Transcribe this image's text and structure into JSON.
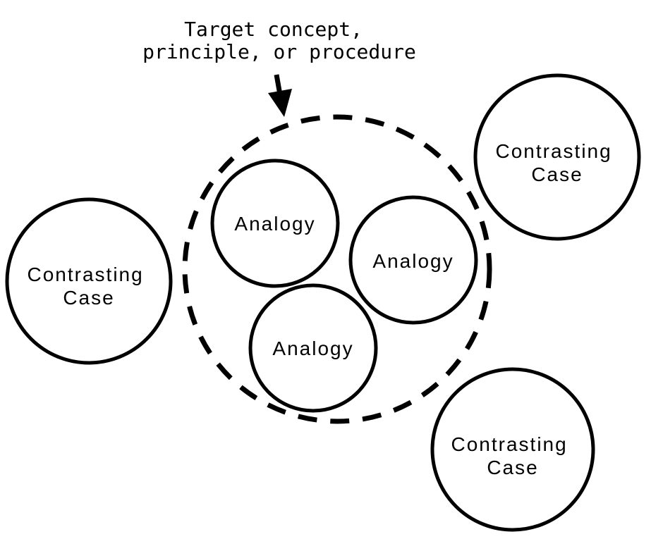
{
  "colors": {
    "stroke": "#000000",
    "background": "#ffffff"
  },
  "target": {
    "label_lines": [
      "Target concept,",
      "principle, or procedure"
    ]
  },
  "analogies": [
    {
      "label_lines": [
        "Analogy"
      ]
    },
    {
      "label_lines": [
        "Analogy"
      ]
    },
    {
      "label_lines": [
        "Analogy"
      ]
    }
  ],
  "contrasting_cases": [
    {
      "label_lines": [
        "Contrasting",
        "Case"
      ]
    },
    {
      "label_lines": [
        "Contrasting",
        "Case"
      ]
    },
    {
      "label_lines": [
        "Contrasting",
        "Case"
      ]
    }
  ]
}
